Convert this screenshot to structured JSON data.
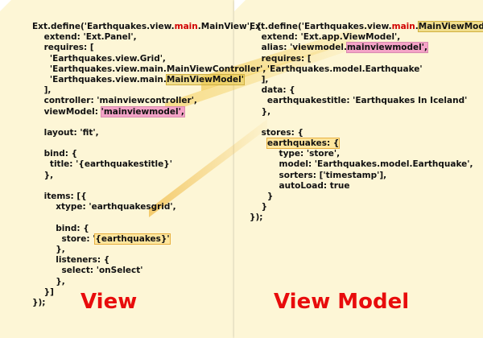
{
  "view_code": [
    [
      {
        "t": "Ext.define('Earthquakes.view."
      },
      {
        "t": "main",
        "c": "red"
      },
      {
        "t": ".MainView', {"
      }
    ],
    [
      {
        "t": "    extend: 'Ext.Panel',"
      }
    ],
    [
      {
        "t": "    requires: ["
      }
    ],
    [
      {
        "t": "      'Earthquakes.view.Grid',"
      }
    ],
    [
      {
        "t": "      'Earthquakes.view.main.MainViewController',"
      }
    ],
    [
      {
        "t": "      'Earthquakes.view.main."
      },
      {
        "t": "MainViewModel'",
        "c": "hl-y"
      }
    ],
    [
      {
        "t": "    ],"
      }
    ],
    [
      {
        "t": "    controller: 'mainviewcontroller',"
      }
    ],
    [
      {
        "t": "    viewModel: "
      },
      {
        "t": "'mainviewmodel',",
        "c": "hl-p"
      }
    ],
    [
      {
        "t": ""
      }
    ],
    [
      {
        "t": "    layout: 'fit',"
      }
    ],
    [
      {
        "t": ""
      }
    ],
    [
      {
        "t": "    bind: {"
      }
    ],
    [
      {
        "t": "      title: '{earthquakestitle}'"
      }
    ],
    [
      {
        "t": "    },"
      }
    ],
    [
      {
        "t": ""
      }
    ],
    [
      {
        "t": "    items: [{"
      }
    ],
    [
      {
        "t": "        xtype: 'earthquakesgrid',"
      }
    ],
    [
      {
        "t": ""
      }
    ],
    [
      {
        "t": "        bind: {"
      }
    ],
    [
      {
        "t": "          store: '"
      },
      {
        "t": "{earthquakes}'",
        "c": "hl-o"
      }
    ],
    [
      {
        "t": "        },"
      }
    ],
    [
      {
        "t": "        listeners: {"
      }
    ],
    [
      {
        "t": "          select: 'onSelect'"
      }
    ],
    [
      {
        "t": "        },"
      }
    ],
    [
      {
        "t": "    }]"
      }
    ],
    [
      {
        "t": "});"
      }
    ]
  ],
  "viewmodel_code": [
    [
      {
        "t": "Ext.define('Earthquakes.view."
      },
      {
        "t": "main",
        "c": "red"
      },
      {
        "t": "."
      },
      {
        "t": "MainViewModel'",
        "c": "hl-y"
      },
      {
        "t": ", {"
      }
    ],
    [
      {
        "t": "    extend: 'Ext.app.ViewModel',"
      }
    ],
    [
      {
        "t": "    alias: 'viewmodel."
      },
      {
        "t": "mainviewmodel',",
        "c": "hl-p"
      }
    ],
    [
      {
        "t": "    requires: ["
      }
    ],
    [
      {
        "t": "      'Earthquakes.model.Earthquake'"
      }
    ],
    [
      {
        "t": "    ],"
      }
    ],
    [
      {
        "t": "    data: {"
      }
    ],
    [
      {
        "t": "      earthquakestitle: 'Earthquakes In Iceland'"
      }
    ],
    [
      {
        "t": "    },"
      }
    ],
    [
      {
        "t": ""
      }
    ],
    [
      {
        "t": "    stores: {"
      }
    ],
    [
      {
        "t": "      "
      },
      {
        "t": "earthquakes: {",
        "c": "hl-o"
      }
    ],
    [
      {
        "t": "          type: 'store',"
      }
    ],
    [
      {
        "t": "          model: 'Earthquakes.model.Earthquake',"
      }
    ],
    [
      {
        "t": "          sorters: ['timestamp'],"
      }
    ],
    [
      {
        "t": "          autoLoad: true"
      }
    ],
    [
      {
        "t": "      }"
      }
    ],
    [
      {
        "t": "    }"
      }
    ],
    [
      {
        "t": "});"
      }
    ]
  ],
  "labels": {
    "view": "View",
    "viewmodel": "View Model"
  },
  "colors": {
    "paper": "#fdf6d6",
    "keyword_red": "#d00000",
    "caption_red": "#e80c0c",
    "beam": "#f2c84a",
    "pink": "#f4a3c7"
  }
}
